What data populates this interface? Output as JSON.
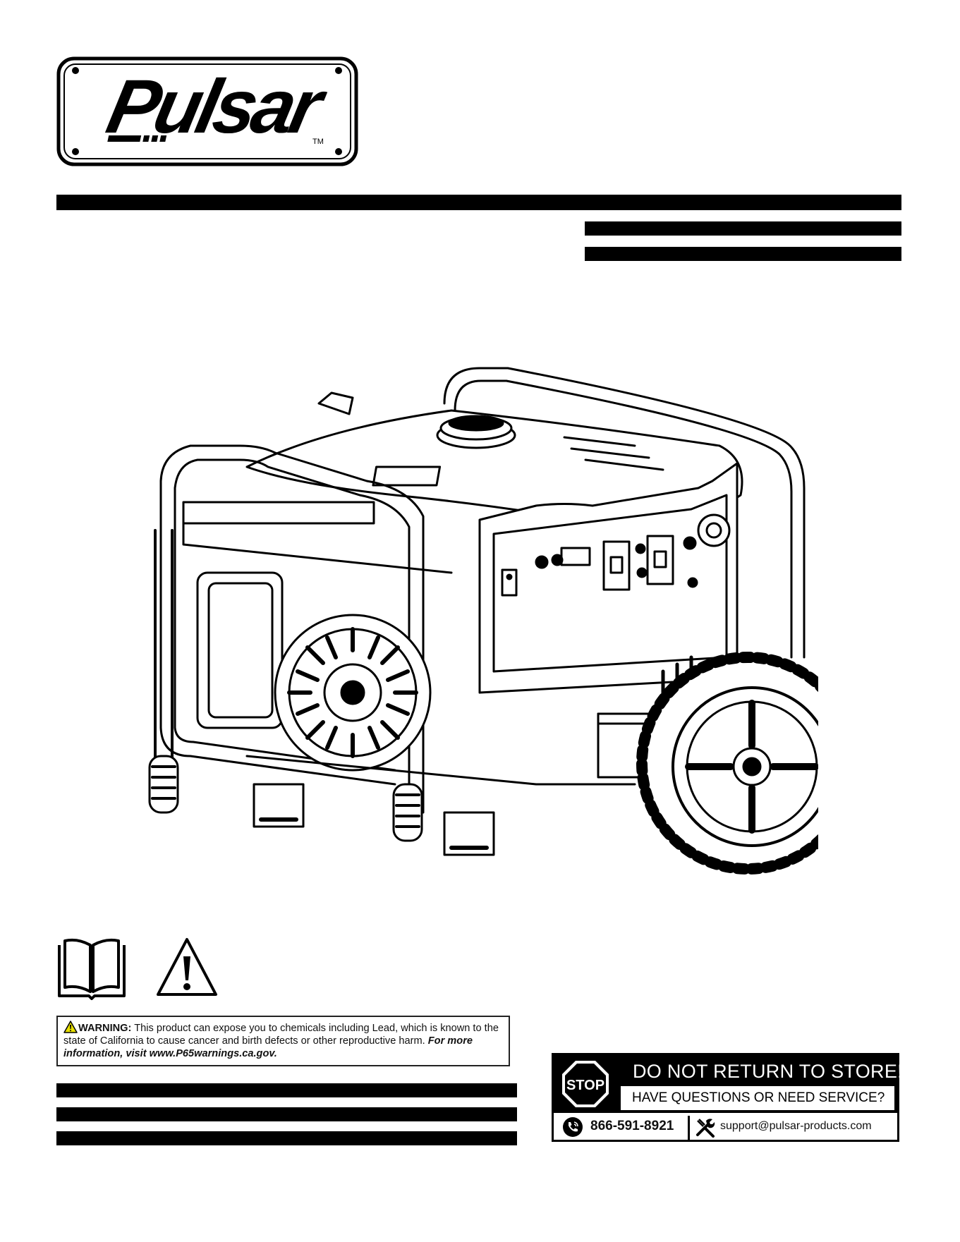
{
  "logo": {
    "brand": "Pulsar",
    "trademark": "TM"
  },
  "illustration": {
    "icon": "portable-generator-illustration"
  },
  "icons": {
    "manual": "read-manual-icon",
    "alert": "warning-triangle-icon"
  },
  "warning": {
    "label": "WARNING:",
    "text": "This product can expose you to chemicals including Lead, which is known to the state of California to cause cancer and birth defects or other reproductive harm.",
    "more": "For more information, visit www.P65warnings.ca.gov."
  },
  "support": {
    "stop_label": "STOP",
    "title": "DO NOT RETURN TO STORE!",
    "subtitle": "HAVE QUESTIONS OR NEED SERVICE?",
    "phone": "866-591-8921",
    "email": "support@pulsar-products.com",
    "phone_icon": "phone-icon",
    "tools_icon": "tools-icon"
  },
  "colors": {
    "ink": "#000000",
    "stop_red": "#000000",
    "paper": "#ffffff"
  }
}
